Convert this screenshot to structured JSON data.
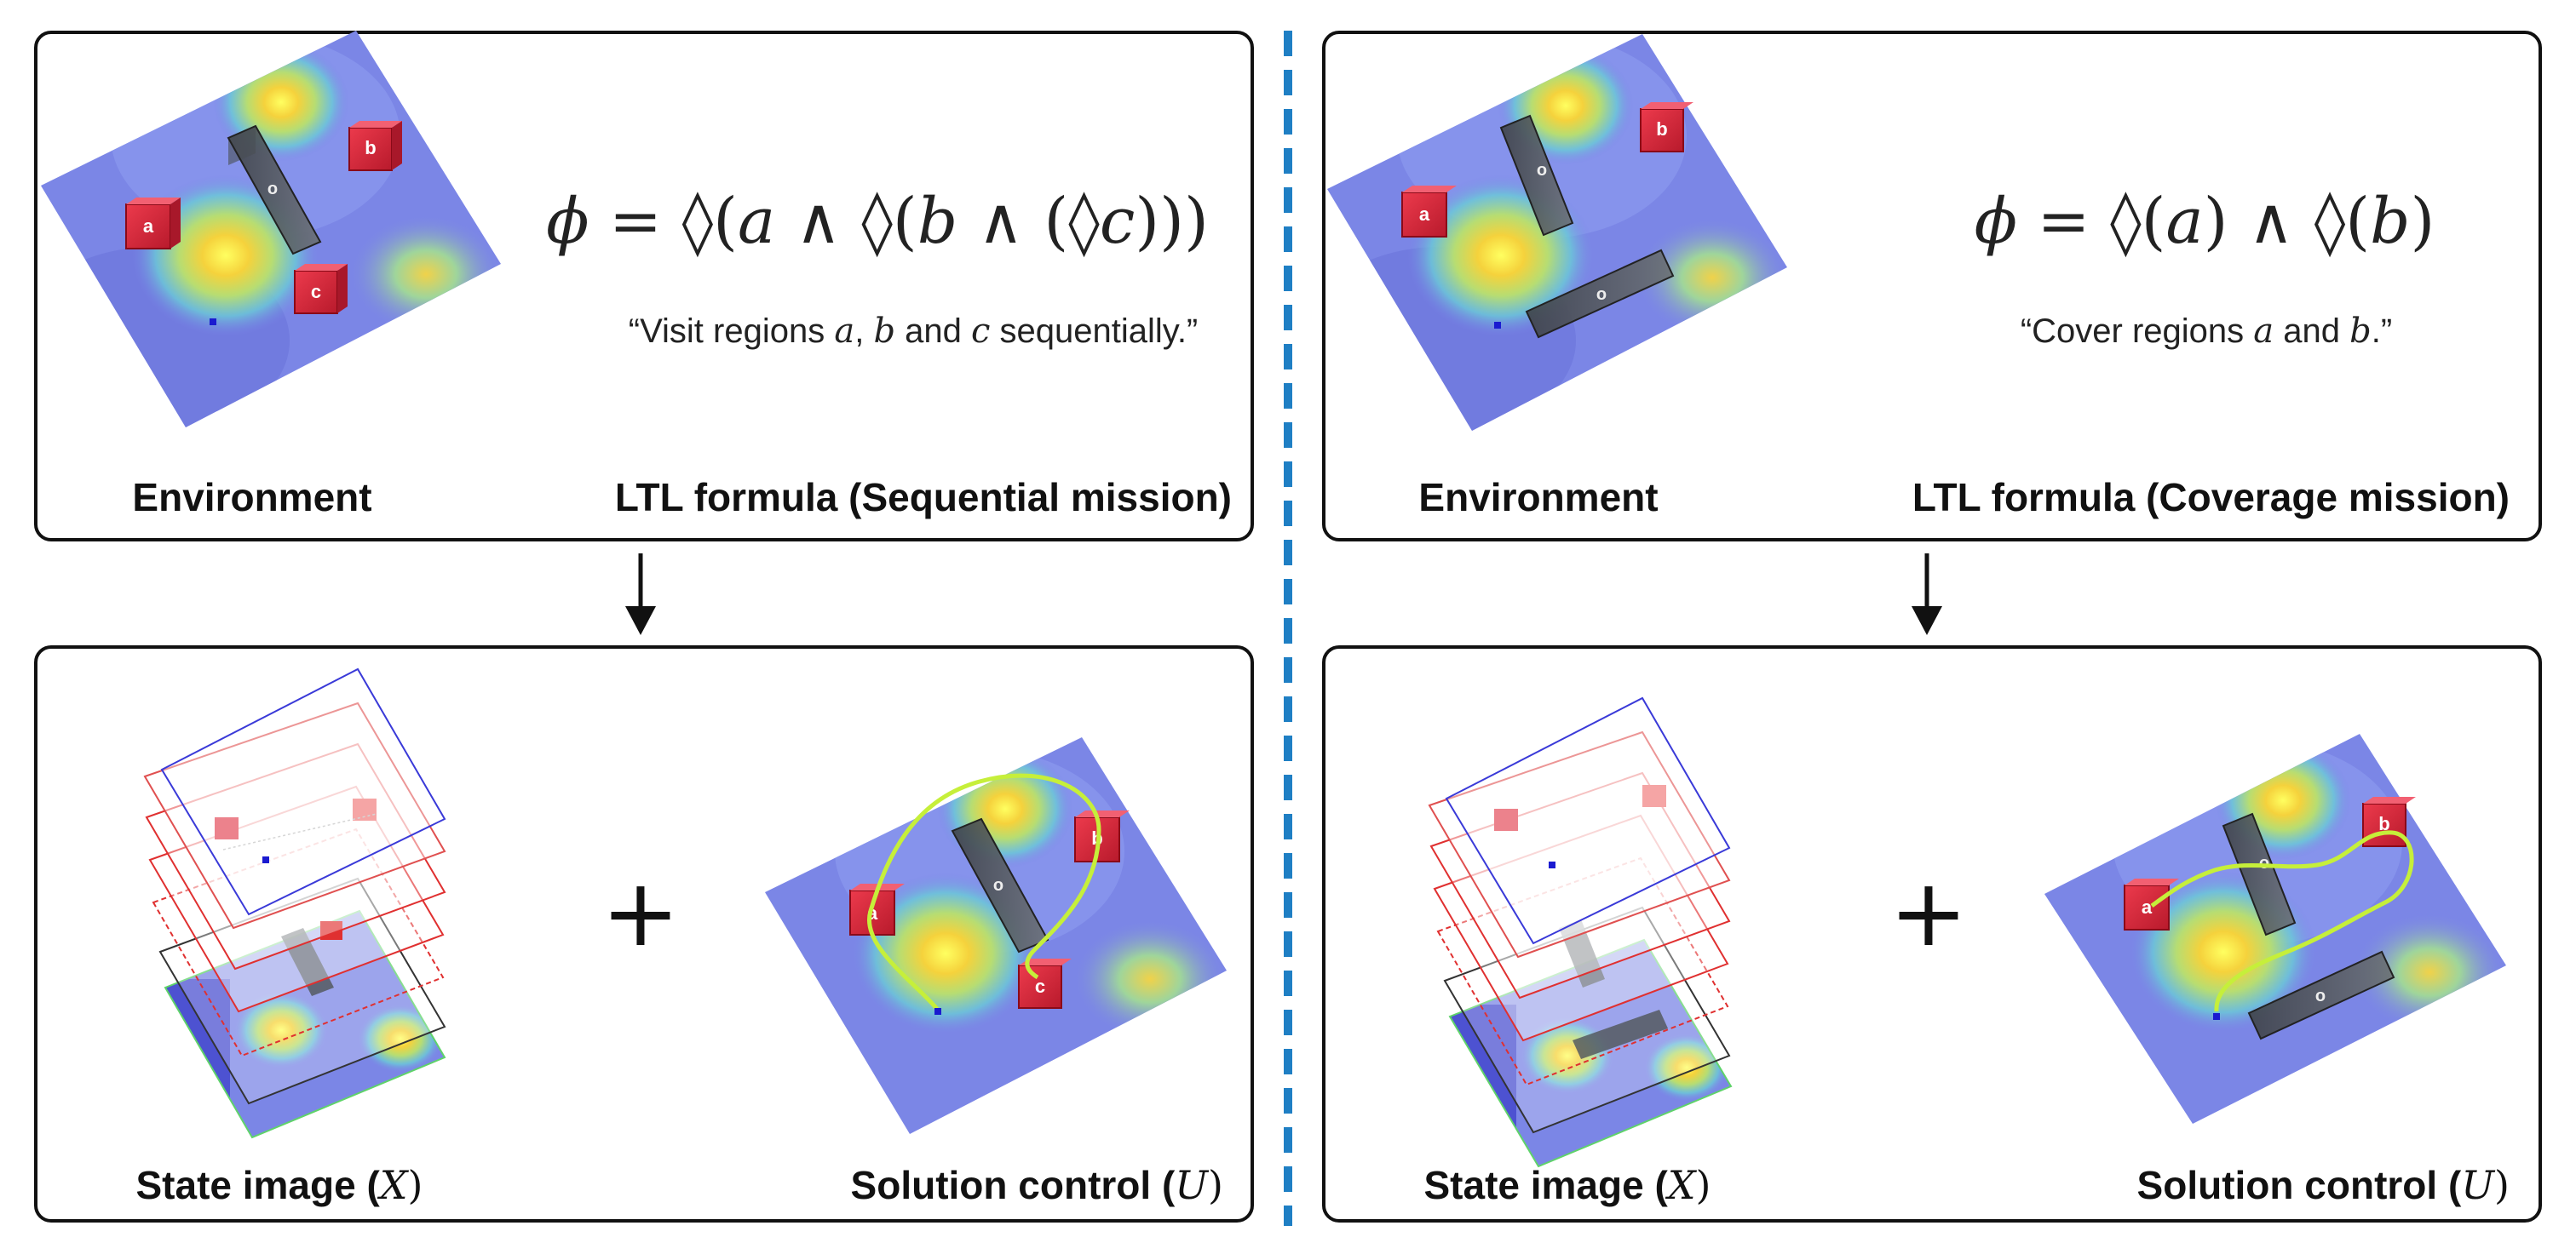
{
  "left": {
    "environment_label": "Environment",
    "ltl_label": "LTL formula (Sequential mission)",
    "formula": {
      "phi": "ϕ",
      "eq": " = ◊(",
      "a": "a",
      "and1": " ∧ ◊(",
      "b": "b",
      "and2": " ∧ (◊",
      "c": "c",
      "close": ")))"
    },
    "description": {
      "pre": "“Visit regions ",
      "a": "a",
      "sep1": ", ",
      "b": "b",
      "sep2": " and ",
      "c": "c",
      "post": " sequentially.”"
    },
    "state_label": "State image (",
    "state_var": "X",
    "state_close": ")",
    "control_label": "Solution control (",
    "control_var": "U",
    "control_close": ")",
    "plus": "+",
    "region_labels": [
      "a",
      "b",
      "c"
    ],
    "obstacle_labels": [
      "o"
    ]
  },
  "right": {
    "environment_label": "Environment",
    "ltl_label": "LTL formula (Coverage mission)",
    "formula": {
      "phi": "ϕ",
      "eq": " = ◊(",
      "a": "a",
      "and1": ") ∧ ◊(",
      "b": "b",
      "close": ")"
    },
    "description": {
      "pre": "“Cover regions ",
      "a": "a",
      "sep": " and ",
      "b": "b",
      "post": ".”"
    },
    "state_label": "State image (",
    "state_var": "X",
    "state_close": ")",
    "control_label": "Solution control (",
    "control_var": "U",
    "control_close": ")",
    "plus": "+",
    "region_labels": [
      "a",
      "b"
    ],
    "obstacle_labels": [
      "o",
      "o"
    ]
  },
  "colors": {
    "divider": "#1f7fc4",
    "region_red": "#d8283a",
    "obstacle_gray": "#555a60",
    "map_base": "#7b86e6",
    "trajectory": "#c6ef3a",
    "start_point": "#1a1ad0"
  }
}
